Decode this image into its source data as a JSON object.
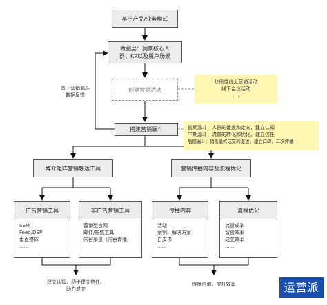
{
  "top": {
    "label": "基于产品/业务模式"
  },
  "persona": {
    "line1": "做圈层：洞察核心人",
    "line2": "群、KP以及用户场景"
  },
  "channel_activity": {
    "label": "创建营销活动"
  },
  "funnel": {
    "label": "搭建营销漏斗"
  },
  "feedback": {
    "line1": "基于营销漏斗",
    "line2": "数据反馈"
  },
  "note_activity": {
    "line1": "阶段性线上营销活动",
    "line2": "线下会议活动",
    "line3": "......"
  },
  "note_funnel": {
    "line1": "前期漏斗：人群的覆盖和定向，建立认知",
    "line2": "中期漏斗：流量的转化和优化，建立信任",
    "line3": "后期漏斗：销售最终成交的促进，建立口碑，二次传播"
  },
  "media": {
    "label": "媒介矩阵营销触达工具"
  },
  "content": {
    "label": "营销传播内容及流程优化"
  },
  "categories": [
    {
      "title": "广告营销工具",
      "items": [
        "SEM",
        "Feed/DSP",
        "垂直媒体",
        "......"
      ]
    },
    {
      "title": "非广告营销工具",
      "items": [
        "营销型官网",
        "邮件/短信工具",
        "内容渠道（内容传播）"
      ]
    },
    {
      "title": "传播内容",
      "items": [
        "活动",
        "案例、解决方案",
        "白皮书",
        "......"
      ]
    },
    {
      "title": "流程优化",
      "items": [
        "流量成本",
        "留资效率",
        "成交效率",
        "......"
      ]
    }
  ],
  "bottom_left": {
    "line1": "建立认知、初步建立信任、",
    "line2": "助力成交"
  },
  "bottom_right": {
    "label": "传播价值，提升效率"
  },
  "logo": {
    "text": "运营派"
  }
}
